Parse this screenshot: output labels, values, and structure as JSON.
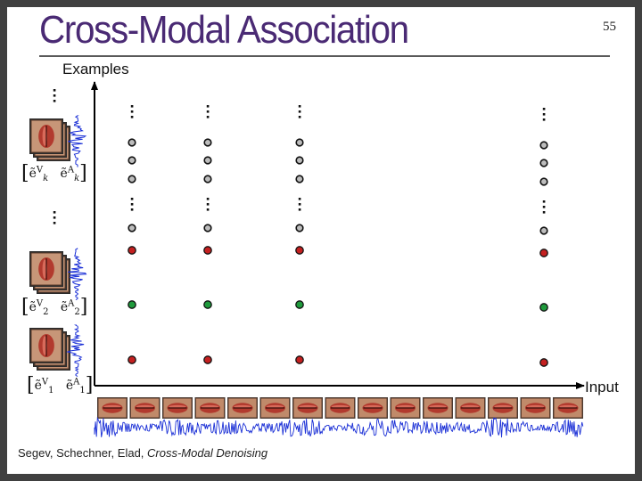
{
  "slide": {
    "title": "Cross-Modal Association",
    "number": "55",
    "citation_authors": "Segev, Schechner, Elad, ",
    "citation_title": "Cross-Modal Denoising"
  },
  "axes": {
    "y_label": "Examples",
    "x_label": "Input"
  },
  "example_pairs": [
    {
      "id": "k",
      "video": "ẽ",
      "audio": "ẽ",
      "video_sup": "V",
      "audio_sup": "A",
      "subscript": "k"
    },
    {
      "id": "2",
      "video": "ẽ",
      "audio": "ẽ",
      "video_sup": "V",
      "audio_sup": "A",
      "subscript": "2"
    },
    {
      "id": "1",
      "video": "ẽ",
      "audio": "ẽ",
      "video_sup": "V",
      "audio_sup": "A",
      "subscript": "1"
    }
  ],
  "ellipsis": "…",
  "markers": {
    "colors": {
      "unmatched": "#bdbdbd",
      "match_red": "#c42020",
      "match_green": "#1f9a3c"
    },
    "columns": [
      {
        "rows": [
          "open",
          "open",
          "open",
          "open",
          "red",
          "green",
          "red"
        ]
      },
      {
        "rows": [
          "open",
          "open",
          "open",
          "open",
          "red",
          "green",
          "red"
        ]
      },
      {
        "rows": [
          "open",
          "open",
          "open",
          "open",
          "red",
          "green",
          "red"
        ]
      },
      {
        "rows": [
          "open",
          "open",
          "open",
          "open",
          "red",
          "green",
          "red"
        ]
      }
    ]
  },
  "input_frames": {
    "count": 15,
    "image": "lips-icon"
  },
  "colors": {
    "title": "#4a2a74",
    "audio_wave": "#1a2fd6",
    "axis": "#000000"
  }
}
